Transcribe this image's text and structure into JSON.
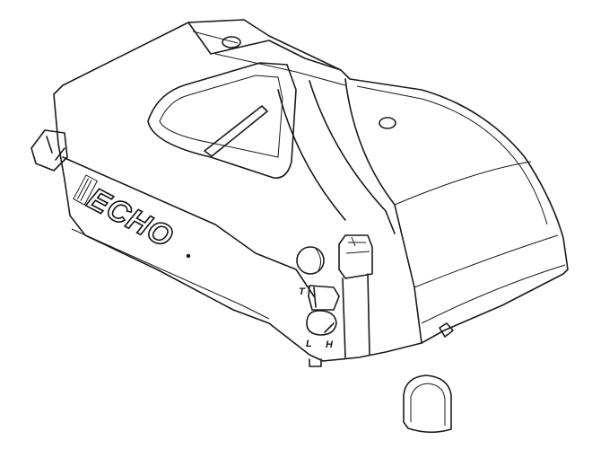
{
  "diagram": {
    "brand_logo": "ECHO",
    "labels": {
      "t": "T",
      "l": "L",
      "h": "H"
    },
    "stroke_color": "#1a1a1a",
    "background": "#ffffff"
  }
}
